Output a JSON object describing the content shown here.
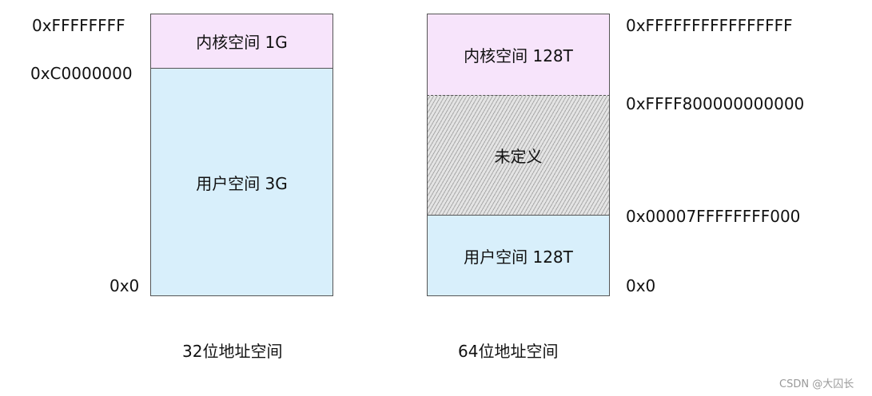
{
  "left": {
    "addr_top": "0xFFFFFFFF",
    "addr_split": "0xC0000000",
    "addr_bottom": "0x0",
    "kernel_label": "内核空间 1G",
    "user_label": "用户空间 3G",
    "caption": "32位地址空间"
  },
  "right": {
    "addr_top": "0xFFFFFFFFFFFFFFFF",
    "addr_kernel_start": "0xFFFF800000000000",
    "addr_user_end": "0x00007FFFFFFFF000",
    "addr_bottom": "0x0",
    "kernel_label": "内核空间 128T",
    "undefined_label": "未定义",
    "user_label": "用户空间 128T",
    "caption": "64位地址空间"
  },
  "colors": {
    "kernel": "#f7e4fb",
    "user": "#d8effb",
    "undefined": "#e4e4e4"
  },
  "watermark": "CSDN @大囚长"
}
